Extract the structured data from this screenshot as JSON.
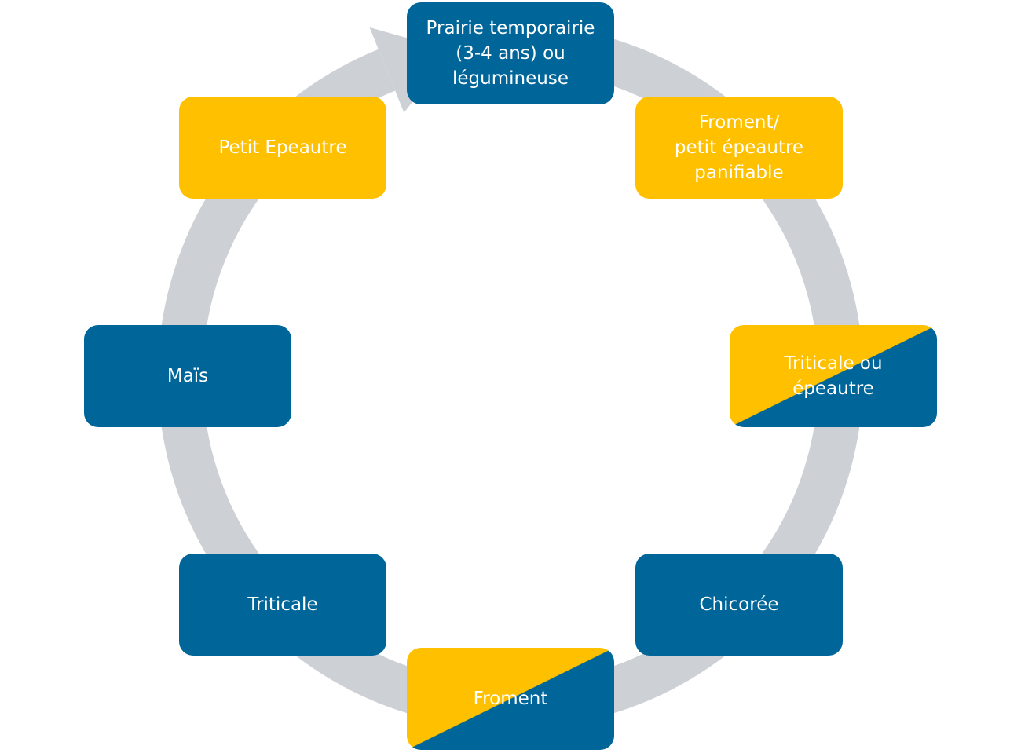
{
  "diagram": {
    "type": "cycle",
    "direction": "clockwise",
    "colors": {
      "blue": "#00669A",
      "yellow": "#FFC000",
      "ring": "#CDD1D6",
      "text": "#FFFFFF"
    },
    "nodes": [
      {
        "id": "prairie",
        "label": "Prairie temporairie\n(3-4 ans) ou\nlégumineuse",
        "color": "blue"
      },
      {
        "id": "froment-petit-epeautre",
        "label": "Froment/\npetit épeautre\npanifiable",
        "color": "yellow"
      },
      {
        "id": "triticale-ou-epeautre",
        "label": "Triticale ou\népeautre",
        "color": "yellow-blue"
      },
      {
        "id": "chicoree",
        "label": "Chicorée",
        "color": "blue"
      },
      {
        "id": "froment",
        "label": "Froment",
        "color": "yellow-blue"
      },
      {
        "id": "triticale",
        "label": "Triticale",
        "color": "blue"
      },
      {
        "id": "mais",
        "label": "Maïs",
        "color": "blue"
      },
      {
        "id": "petit-epeautre",
        "label": "Petit Epeautre",
        "color": "yellow"
      }
    ]
  }
}
